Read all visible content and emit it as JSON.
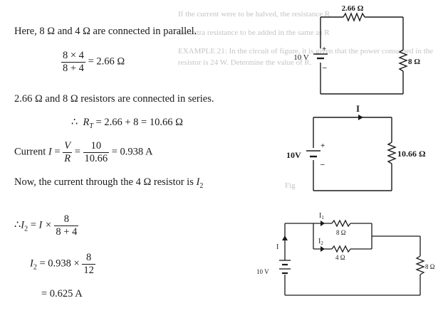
{
  "background_text": {
    "line1": "If the current were to be halved, the resistance R",
    "line2": "the extra resistance to be added in the same as R",
    "line3": "EXAMPLE 21: In the circuit of figure, it is given that the power consumed in the",
    "line4": "resistor is 24 W. Determine the value of R.",
    "bottom": "Fig"
  },
  "text": {
    "parallel_statement": "Here, 8 Ω and 4 Ω are connected in parallel.",
    "frac1_num": "8 × 4",
    "frac1_den": "8 + 4",
    "frac1_result": "= 2.66 Ω",
    "series_statement": "2.66 Ω and 8 Ω resistors are connected in series.",
    "therefore": "∴",
    "rt_symbol": "R",
    "rt_sub": "T",
    "rt_eq": "= 2.66 + 8 = 10.66 Ω",
    "current_prefix": "Current",
    "current_symbol": "I",
    "current_eq1": "=",
    "v_symbol": "V",
    "r_symbol": "R",
    "current_eq2": "=",
    "frac_num_10": "10",
    "frac_den_1066": "10.66",
    "current_result": "= 0.938 A",
    "now_statement": "Now, the current through the 4 Ω resistor is",
    "i2_symbol": "I",
    "i2_sub": "2",
    "eq_i2_lhs_therefore": "∴",
    "eq_i2_I": "I",
    "eq_i2_sub": "2",
    "eq_i2_mid": "=",
    "eq_i2_I_times": "I ×",
    "eq_i2_num": "8",
    "eq_i2_den": "8 + 4",
    "eq2_I": "I",
    "eq2_sub": "2",
    "eq2_mid": "= 0.938 ×",
    "eq2_num": "8",
    "eq2_den": "12",
    "eq3": "= 0.625 A"
  },
  "circuit1": {
    "r_top": "2.66 Ω",
    "source": "10 V",
    "r_right": "8 Ω",
    "plus": "+",
    "minus": "–"
  },
  "circuit2": {
    "current": "I",
    "source": "10V",
    "r_right": "10.66 Ω",
    "plus": "+",
    "minus": "–"
  },
  "circuit3": {
    "i1": "I",
    "i1_sub": "1",
    "r_top": "8 Ω",
    "i2": "I",
    "i2_sub": "2",
    "r_mid": "4 Ω",
    "i_left": "I",
    "source": "10 V",
    "r_right": "8 Ω"
  }
}
